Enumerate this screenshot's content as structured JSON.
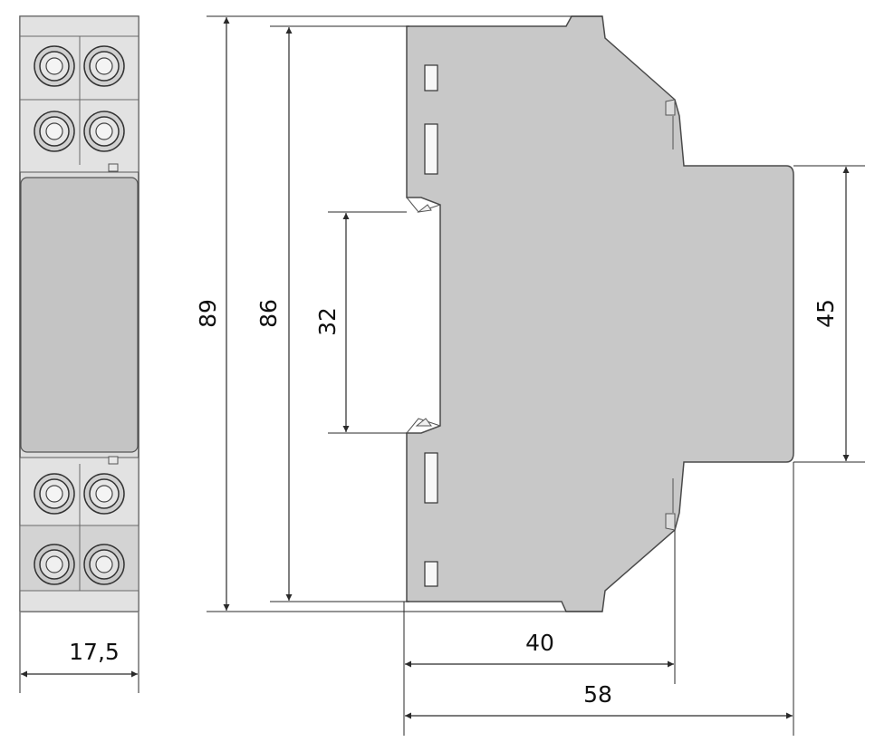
{
  "dimensions": {
    "width_front": "17,5",
    "height_total": "89",
    "height_body": "86",
    "rail_opening": "32",
    "front_height": "45",
    "depth_rail": "40",
    "depth_total": "58"
  },
  "colors": {
    "housing": "#c8c8c8",
    "housing_light": "#dcdcdc",
    "terminal_block": "#d9d9d9",
    "front_panel": "#c3c3c3",
    "outline": "#4a4a4a",
    "dim_line": "#2a2a2a",
    "background": "#ffffff"
  }
}
